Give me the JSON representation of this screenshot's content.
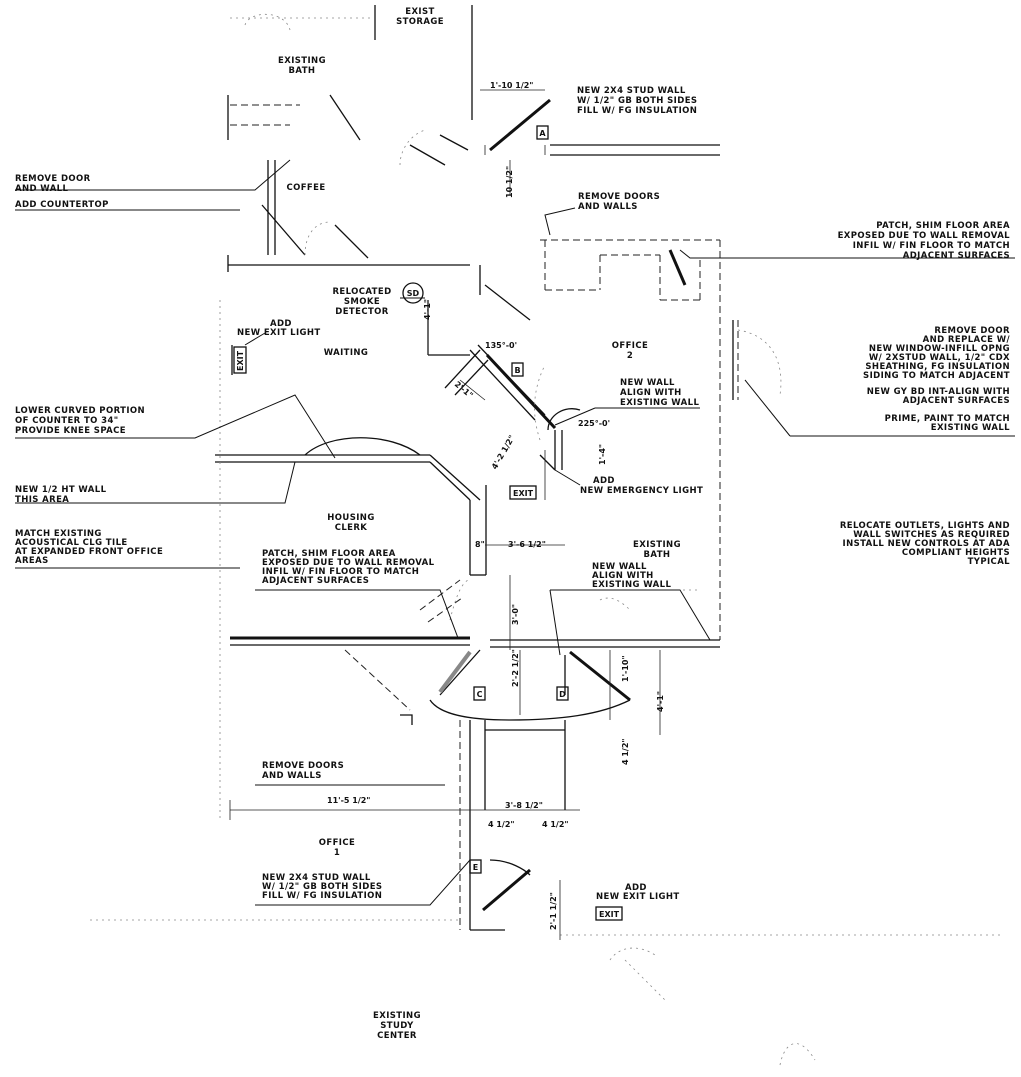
{
  "rooms": {
    "exist_storage": [
      "EXIST",
      "STORAGE"
    ],
    "existing_bath_top": [
      "EXISTING",
      "BATH"
    ],
    "coffee": "COFFEE",
    "waiting": "WAITING",
    "office_2": [
      "OFFICE",
      "2"
    ],
    "housing_clerk": [
      "HOUSING",
      "CLERK"
    ],
    "existing_bath": [
      "EXISTING",
      "BATH"
    ],
    "office_1": [
      "OFFICE",
      "1"
    ],
    "existing_study_center": [
      "EXISTING",
      "STUDY",
      "CENTER"
    ]
  },
  "notes": {
    "new_stud_wall_top": [
      "NEW 2X4 STUD WALL",
      "W/ 1/2\" GB BOTH SIDES",
      "FILL W/ FG INSULATION"
    ],
    "remove_door_wall": [
      "REMOVE DOOR",
      "AND WALL"
    ],
    "add_countertop": "ADD COUNTERTOP",
    "remove_doors_walls_top": [
      "REMOVE DOORS",
      "AND WALLS"
    ],
    "patch_shim_right": [
      "PATCH, SHIM FLOOR AREA",
      "EXPOSED DUE TO WALL REMOVAL",
      "INFIL W/ FIN FLOOR TO MATCH",
      "ADJACENT SURFACES"
    ],
    "relocated_smoke": [
      "RELOCATED",
      "SMOKE",
      "DETECTOR"
    ],
    "smoke_tag": "SD",
    "add_exit_light_waiting": [
      "ADD",
      "NEW EXIT LIGHT"
    ],
    "remove_door_replace": [
      "REMOVE DOOR",
      "AND REPLACE W/",
      "NEW WINDOW-INFILL OPNG",
      "W/ 2XSTUD WALL, 1/2\" CDX",
      "SHEATHING, FG INSULATION",
      "SIDING TO MATCH ADJACENT"
    ],
    "new_gyp_bd": [
      "NEW GY BD INT-ALIGN WITH",
      "ADJACENT SURFACES"
    ],
    "prime_paint": [
      "PRIME, PAINT TO MATCH",
      "EXISTING WALL"
    ],
    "new_wall_align_upper": [
      "NEW WALL",
      "ALIGN WITH",
      "EXISTING WALL"
    ],
    "lower_curved": [
      "LOWER CURVED PORTION",
      "OF COUNTER TO 34\"",
      "PROVIDE KNEE SPACE"
    ],
    "add_emergency_light": [
      "ADD",
      "NEW EMERGENCY LIGHT"
    ],
    "new_half_wall": [
      "NEW 1/2 HT WALL",
      "THIS AREA"
    ],
    "match_tile": [
      "MATCH EXISTING",
      "ACOUSTICAL CLG TILE",
      "AT EXPANDED FRONT OFFICE",
      "AREAS"
    ],
    "relocate_outlets": [
      "RELOCATE OUTLETS, LIGHTS AND",
      "WALL SWITCHES AS REQUIRED",
      "INSTALL NEW CONTROLS AT ADA",
      "COMPLIANT HEIGHTS",
      "TYPICAL"
    ],
    "patch_shim_center": [
      "PATCH, SHIM FLOOR AREA",
      "EXPOSED DUE TO WALL REMOVAL",
      "INFIL W/ FIN FLOOR TO MATCH",
      "ADJACENT SURFACES"
    ],
    "new_wall_align_lower": [
      "NEW WALL",
      "ALIGN WITH",
      "EXISTING WALL"
    ],
    "remove_doors_walls_lower": [
      "REMOVE DOORS",
      "AND WALLS"
    ],
    "new_stud_wall_lower": [
      "NEW 2X4 STUD WALL",
      "W/ 1/2\" GB BOTH SIDES",
      "FILL W/ FG INSULATION"
    ],
    "add_exit_light_lower": [
      "ADD",
      "NEW EXIT LIGHT"
    ],
    "exit_sign": "EXIT"
  },
  "dimensions": {
    "d1": "1'-10 1/2\"",
    "d2": "10 1/2\"",
    "d3": "4'-1\"",
    "angle1": "135°-0'",
    "d4": "2'-1\"",
    "d5": "4'-2 1/2\"",
    "angle2": "225°-0'",
    "d6": "1'-4\"",
    "d7": "8\"",
    "d8": "3'-6 1/2\"",
    "d9": "3'-0\"",
    "d10": "2'-2 1/2\"",
    "d11": "1'-10\"",
    "d12": "4'-1\"",
    "d13": "4 1/2\"",
    "d14": "11'-5 1/2\"",
    "d15": "3'-8 1/2\"",
    "d16": "4 1/2\"",
    "d17": "4 1/2\"",
    "d18": "2'-1 1/2\""
  },
  "tags": {
    "a": "A",
    "b": "B",
    "c": "C",
    "d": "D",
    "e": "E"
  }
}
